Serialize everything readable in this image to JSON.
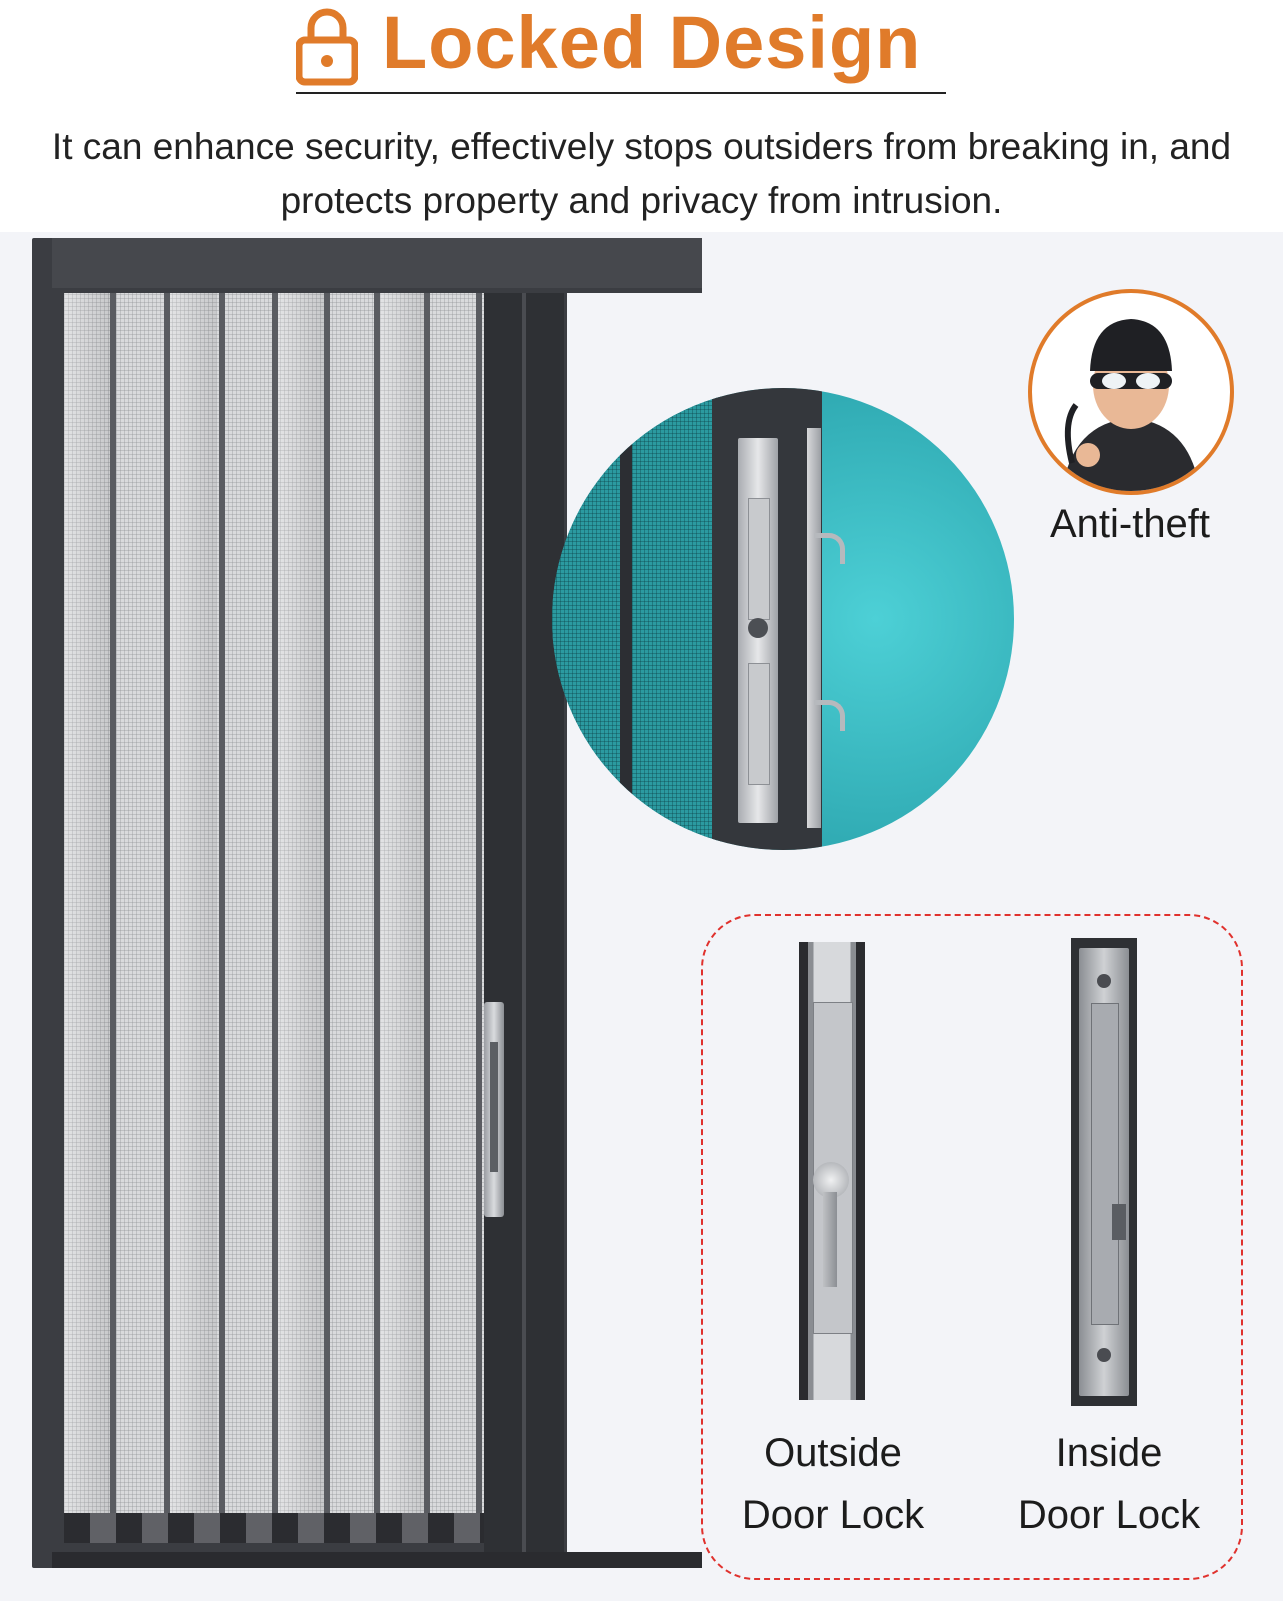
{
  "header": {
    "title": "Locked Design",
    "description": "It can enhance security, effectively stops outsiders from breaking in, and protects property and privacy from intrusion."
  },
  "badge": {
    "label": "Anti-theft"
  },
  "locks": {
    "outside": {
      "line1": "Outside",
      "line2": "Door Lock"
    },
    "inside": {
      "line1": "Inside",
      "line2": "Door Lock"
    }
  },
  "colors": {
    "accent": "#e07b2a",
    "frame": "#3b3d42",
    "dashed_border": "#e0312d",
    "zoom_bg": "#35b6be"
  },
  "icons": {
    "title": "lock-icon",
    "badge": "thief-icon"
  }
}
